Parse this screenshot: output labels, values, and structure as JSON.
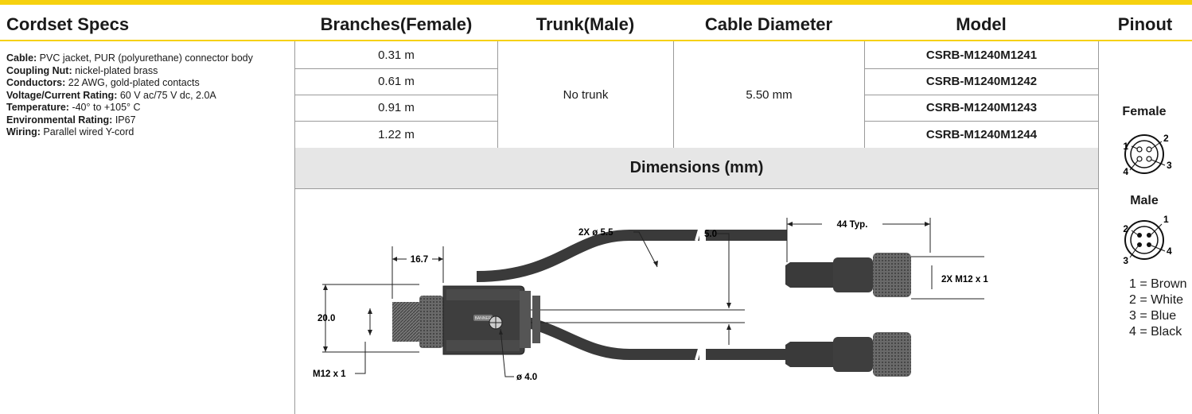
{
  "headers": {
    "cordset_specs": "Cordset Specs",
    "branches": "Branches(Female)",
    "trunk": "Trunk(Male)",
    "cable_diameter": "Cable Diameter",
    "model": "Model",
    "pinout": "Pinout"
  },
  "specs": [
    {
      "label": "Cable:",
      "value": " PVC jacket, PUR (polyurethane) connector body"
    },
    {
      "label": "Coupling Nut:",
      "value": " nickel-plated brass"
    },
    {
      "label": "Conductors:",
      "value": " 22 AWG, gold-plated contacts"
    },
    {
      "label": "Voltage/Current Rating:",
      "value": " 60 V ac/75 V dc, 2.0A"
    },
    {
      "label": "Temperature:",
      "value": " -40° to +105° C"
    },
    {
      "label": "Environmental Rating:",
      "value": " IP67"
    },
    {
      "label": "Wiring:",
      "value": " Parallel wired Y-cord"
    }
  ],
  "rows": [
    {
      "branch": "0.31 m",
      "model": "CSRB-M1240M1241"
    },
    {
      "branch": "0.61 m",
      "model": "CSRB-M1240M1242"
    },
    {
      "branch": "0.91 m",
      "model": "CSRB-M1240M1243"
    },
    {
      "branch": "1.22 m",
      "model": "CSRB-M1240M1244"
    }
  ],
  "trunk_value": "No trunk",
  "diameter_value": "5.50 mm",
  "dimensions_title": "Dimensions (mm)",
  "drawing": {
    "dim_16_7": "16.7",
    "dim_20_0": "20.0",
    "m12_label": "M12 x 1",
    "hole_label": "ø 4.0",
    "cable_dia_label": "2X ø 5.5",
    "dim_5_0": "5.0",
    "dim_44": "44 Typ.",
    "connector_label": "2X M12 x 1",
    "logo_text": "BANNER"
  },
  "pinout": {
    "female_title": "Female",
    "male_title": "Male",
    "pin1": "1",
    "pin2": "2",
    "pin3": "3",
    "pin4": "4",
    "colors": [
      "1 = Brown",
      "2 = White",
      "3 = Blue",
      "4 = Black"
    ]
  }
}
